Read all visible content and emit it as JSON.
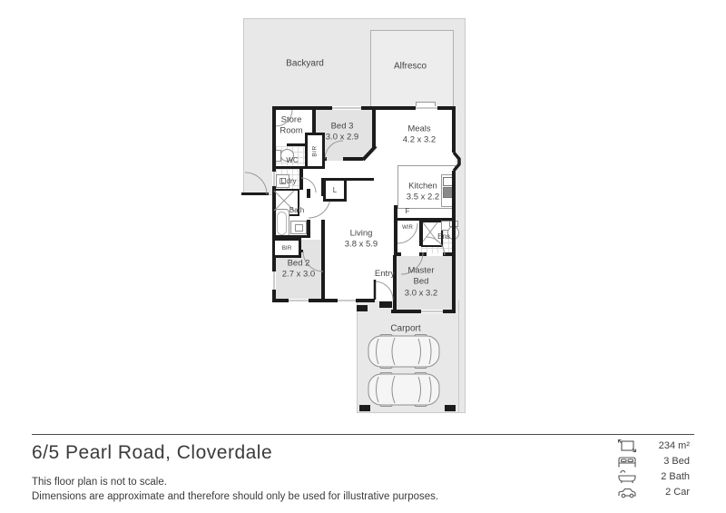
{
  "outdoor": {
    "backyard": {
      "label": "Backyard"
    },
    "alfresco": {
      "label": "Alfresco"
    },
    "carport": {
      "label": "Carport"
    }
  },
  "rooms": {
    "store": {
      "name": "Store Room"
    },
    "bed3": {
      "name": "Bed 3",
      "dims": "3.0 x 2.9"
    },
    "meals": {
      "name": "Meals",
      "dims": "4.2 x 3.2"
    },
    "kitchen": {
      "name": "Kitchen",
      "dims": "3.5 x 2.2"
    },
    "living": {
      "name": "Living",
      "dims": "3.8 x 5.9"
    },
    "bed2": {
      "name": "Bed 2",
      "dims": "2.7 x 3.0"
    },
    "master": {
      "name": "Master Bed",
      "dims": "3.0 x 3.2"
    },
    "wc": {
      "name": "WC"
    },
    "ldry": {
      "name": "L'dry"
    },
    "bath": {
      "name": "Bath"
    },
    "entry": {
      "name": "Entry"
    },
    "wir": {
      "name": "WIR"
    },
    "ens": {
      "name": "Ens"
    },
    "bir_hall": {
      "name": "BIR"
    },
    "bir_bed2": {
      "name": "BIR"
    },
    "linen": {
      "name": "L"
    },
    "fridge": {
      "name": "F"
    }
  },
  "footer": {
    "address": "6/5 Pearl Road, Cloverdale",
    "disclaimer_line1": "This floor plan is not to scale.",
    "disclaimer_line2": "Dimensions are approximate and therefore should only be used for illustrative purposes.",
    "stats": [
      {
        "icon": "area-icon",
        "label": "234 m²"
      },
      {
        "icon": "bed-icon",
        "label": "3 Bed"
      },
      {
        "icon": "bath-icon",
        "label": "2 Bath"
      },
      {
        "icon": "car-icon",
        "label": "2 Car"
      }
    ]
  },
  "colors": {
    "yard": "#e8e8e8",
    "room_shade": "#e3e3e3",
    "wall": "#1c1c1c",
    "text": "#454545"
  }
}
